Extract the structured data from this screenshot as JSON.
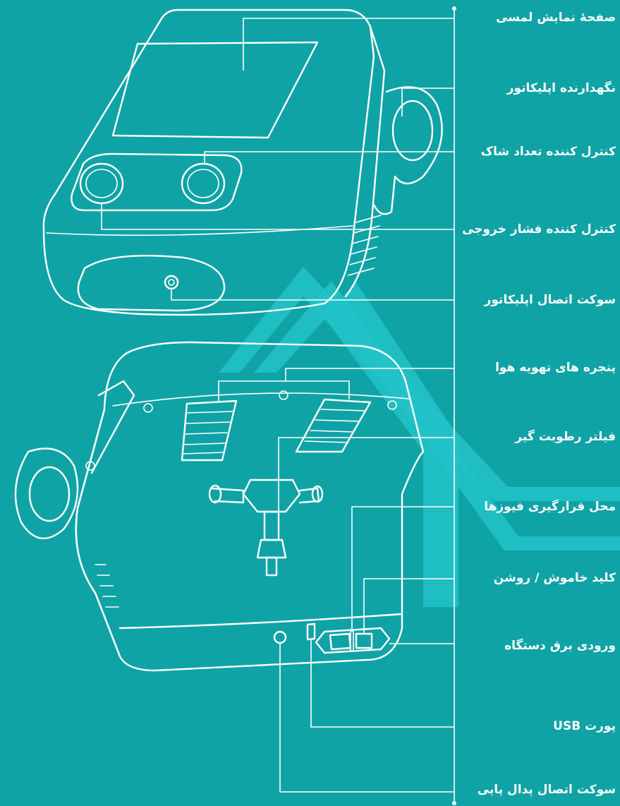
{
  "colors": {
    "background": "#0fa3a6",
    "line": "#ffffff",
    "accent_chevron": "#22c3c8"
  },
  "labels": [
    {
      "id": "touch-screen",
      "text": "صفحهٔ نمایش لمسی"
    },
    {
      "id": "applicator-holder",
      "text": "نگهدارنده اپلیکاتور"
    },
    {
      "id": "shock-count-control",
      "text": "کنترل کننده تعداد شاک"
    },
    {
      "id": "output-pressure-control",
      "text": "کنترل کننده فشار خروجی"
    },
    {
      "id": "applicator-socket",
      "text": "سوکت اتصال اپلیکاتور"
    },
    {
      "id": "ventilation-windows",
      "text": "پنجره های تهویه هوا"
    },
    {
      "id": "moisture-filter",
      "text": "فیلتر رطوبت گیر"
    },
    {
      "id": "fuse-holder",
      "text": "محل قرارگیری فیوزها"
    },
    {
      "id": "power-switch",
      "text": "کلید خاموش / روشن"
    },
    {
      "id": "power-inlet",
      "text": "ورودی برق دستگاه"
    },
    {
      "id": "usb-port",
      "text": "پورت USB"
    },
    {
      "id": "foot-pedal-socket",
      "text": "سوکت اتصال پدال پایی"
    }
  ]
}
